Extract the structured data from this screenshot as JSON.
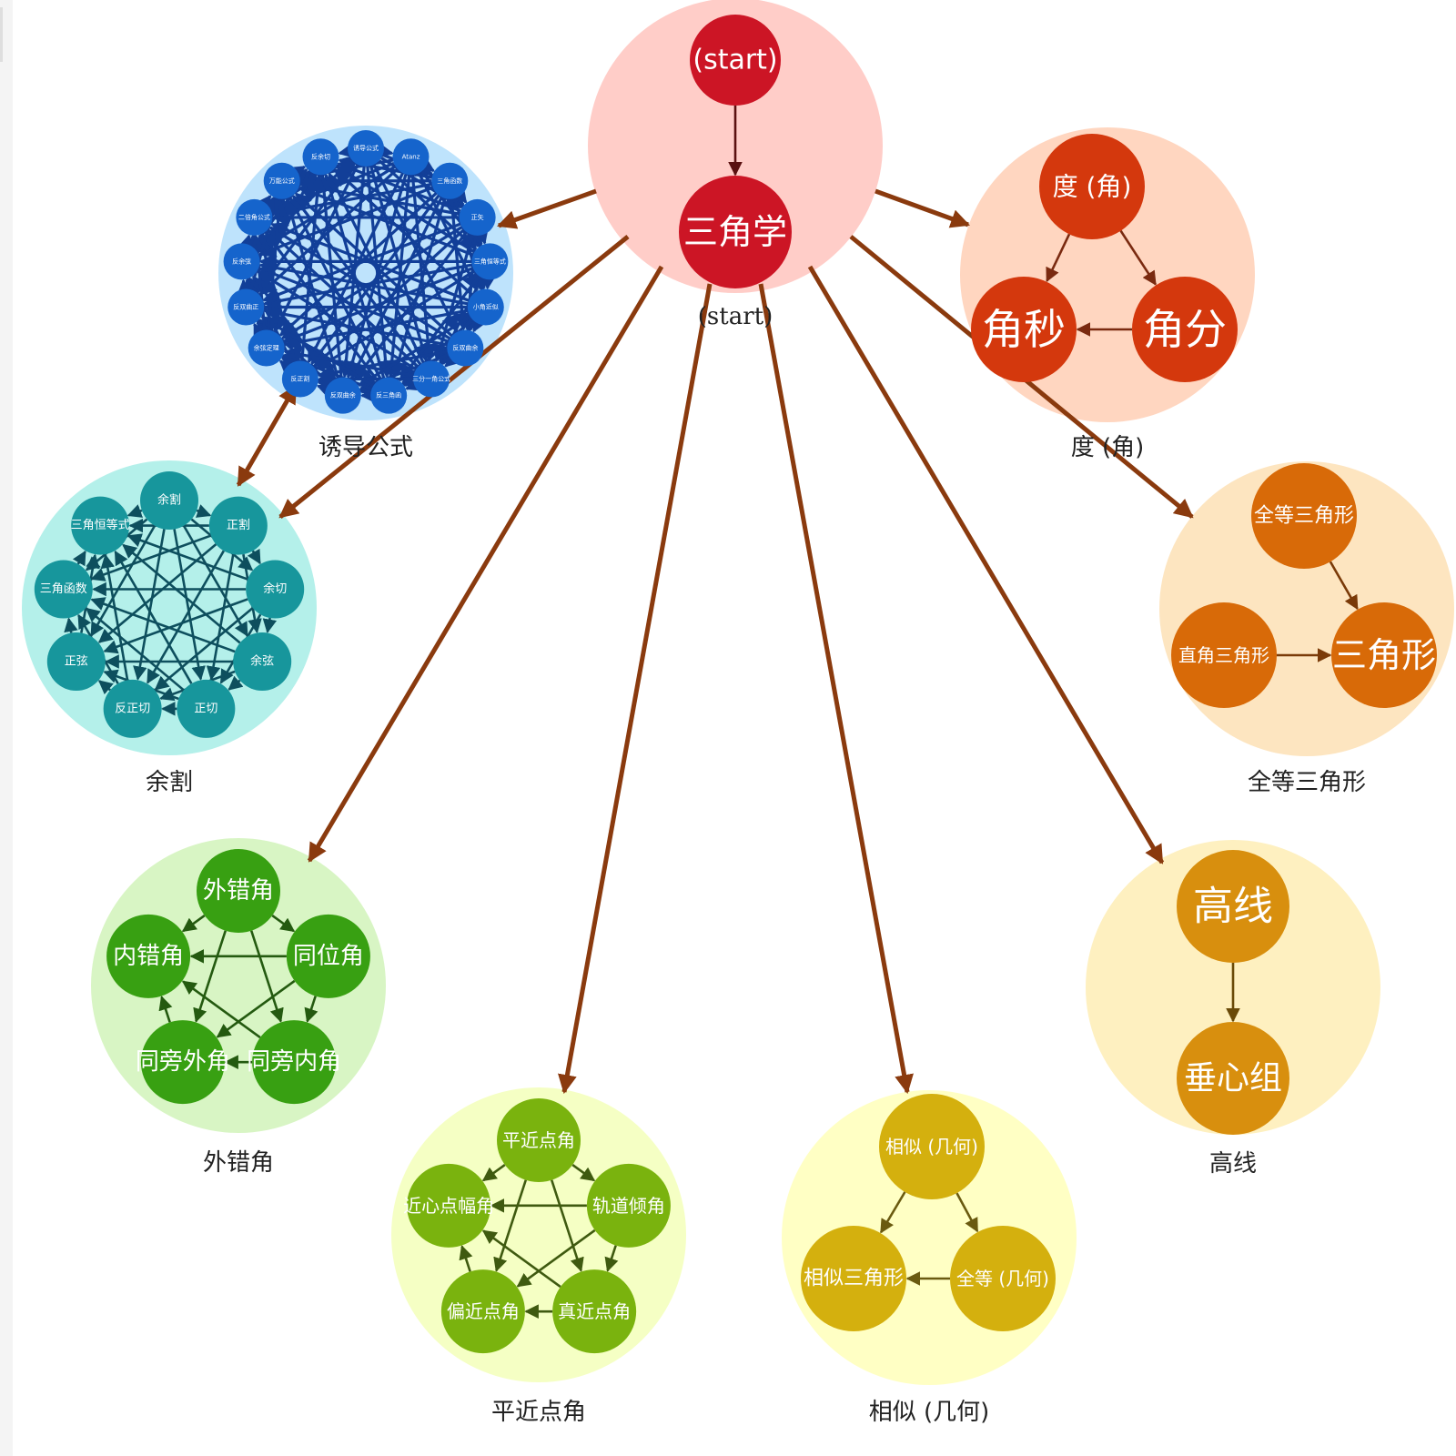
{
  "colors": {
    "edge": "#8a3a0e",
    "inner_label": "#ffffff",
    "outer_label": "#222222"
  },
  "groups": [
    {
      "id": "start",
      "label": "(start)",
      "halo": "#ffcdc8",
      "node_fill": "#cc1525",
      "inner_edge": "#5a1010",
      "nodes": [
        "(start)",
        "三角学"
      ],
      "edges": [
        [
          0,
          1
        ]
      ]
    },
    {
      "id": "youdao",
      "label": "诱导公式",
      "halo": "#bee3fc",
      "node_fill": "#1564cc",
      "inner_edge": "#123f98",
      "nodes": [
        "诱导公式",
        "Atanz",
        "三角函数",
        "正矢",
        "三角恒等式",
        "小角近似",
        "反双曲余",
        "三分一角公式",
        "反三角函",
        "反双曲余",
        "反正割",
        "余弦定理",
        "反双曲正",
        "反余弦",
        "二倍角公式",
        "万能公式",
        "反余切"
      ],
      "edges": "dense"
    },
    {
      "id": "yuge",
      "label": "余割",
      "halo": "#b4f0ea",
      "node_fill": "#17969c",
      "inner_edge": "#0e4f5e",
      "nodes": [
        "余割",
        "正割",
        "余切",
        "余弦",
        "正切",
        "反正切",
        "正弦",
        "三角函数",
        "三角恒等式"
      ],
      "edges": "complete"
    },
    {
      "id": "du",
      "label": "度 (角)",
      "halo": "#ffd6c0",
      "node_fill": "#d4380d",
      "inner_edge": "#7a2a10",
      "nodes": [
        "度 (角)",
        "角分",
        "角秒"
      ],
      "edges": [
        [
          0,
          1
        ],
        [
          0,
          2
        ],
        [
          1,
          2
        ]
      ]
    },
    {
      "id": "quandeng",
      "label": "全等三角形",
      "halo": "#fde5c0",
      "node_fill": "#d86a08",
      "inner_edge": "#7a3a08",
      "nodes": [
        "全等三角形",
        "三角形",
        "直角三角形"
      ],
      "edges": [
        [
          0,
          1
        ],
        [
          2,
          1
        ]
      ]
    },
    {
      "id": "gaoxian",
      "label": "高线",
      "halo": "#fef0c0",
      "node_fill": "#d88f0e",
      "inner_edge": "#6a4a08",
      "nodes": [
        "高线",
        "垂心组"
      ],
      "edges": [
        [
          0,
          1
        ]
      ]
    },
    {
      "id": "waicuo",
      "label": "外错角",
      "halo": "#d8f5c4",
      "node_fill": "#38a012",
      "inner_edge": "#245a10",
      "nodes": [
        "外错角",
        "同位角",
        "同旁内角",
        "同旁外角",
        "内错角"
      ],
      "edges": "complete"
    },
    {
      "id": "pingjin",
      "label": "平近点角",
      "halo": "#f5ffc4",
      "node_fill": "#7ab30e",
      "inner_edge": "#3f5a10",
      "nodes": [
        "平近点角",
        "轨道倾角",
        "真近点角",
        "偏近点角",
        "近心点幅角"
      ],
      "edges": "complete"
    },
    {
      "id": "xiangsi",
      "label": "相似 (几何)",
      "halo": "#ffffc4",
      "node_fill": "#d4b00e",
      "inner_edge": "#6a5a10",
      "nodes": [
        "相似 (几何)",
        "全等 (几何)",
        "相似三角形"
      ],
      "edges": [
        [
          0,
          1
        ],
        [
          0,
          2
        ],
        [
          1,
          2
        ]
      ]
    }
  ]
}
